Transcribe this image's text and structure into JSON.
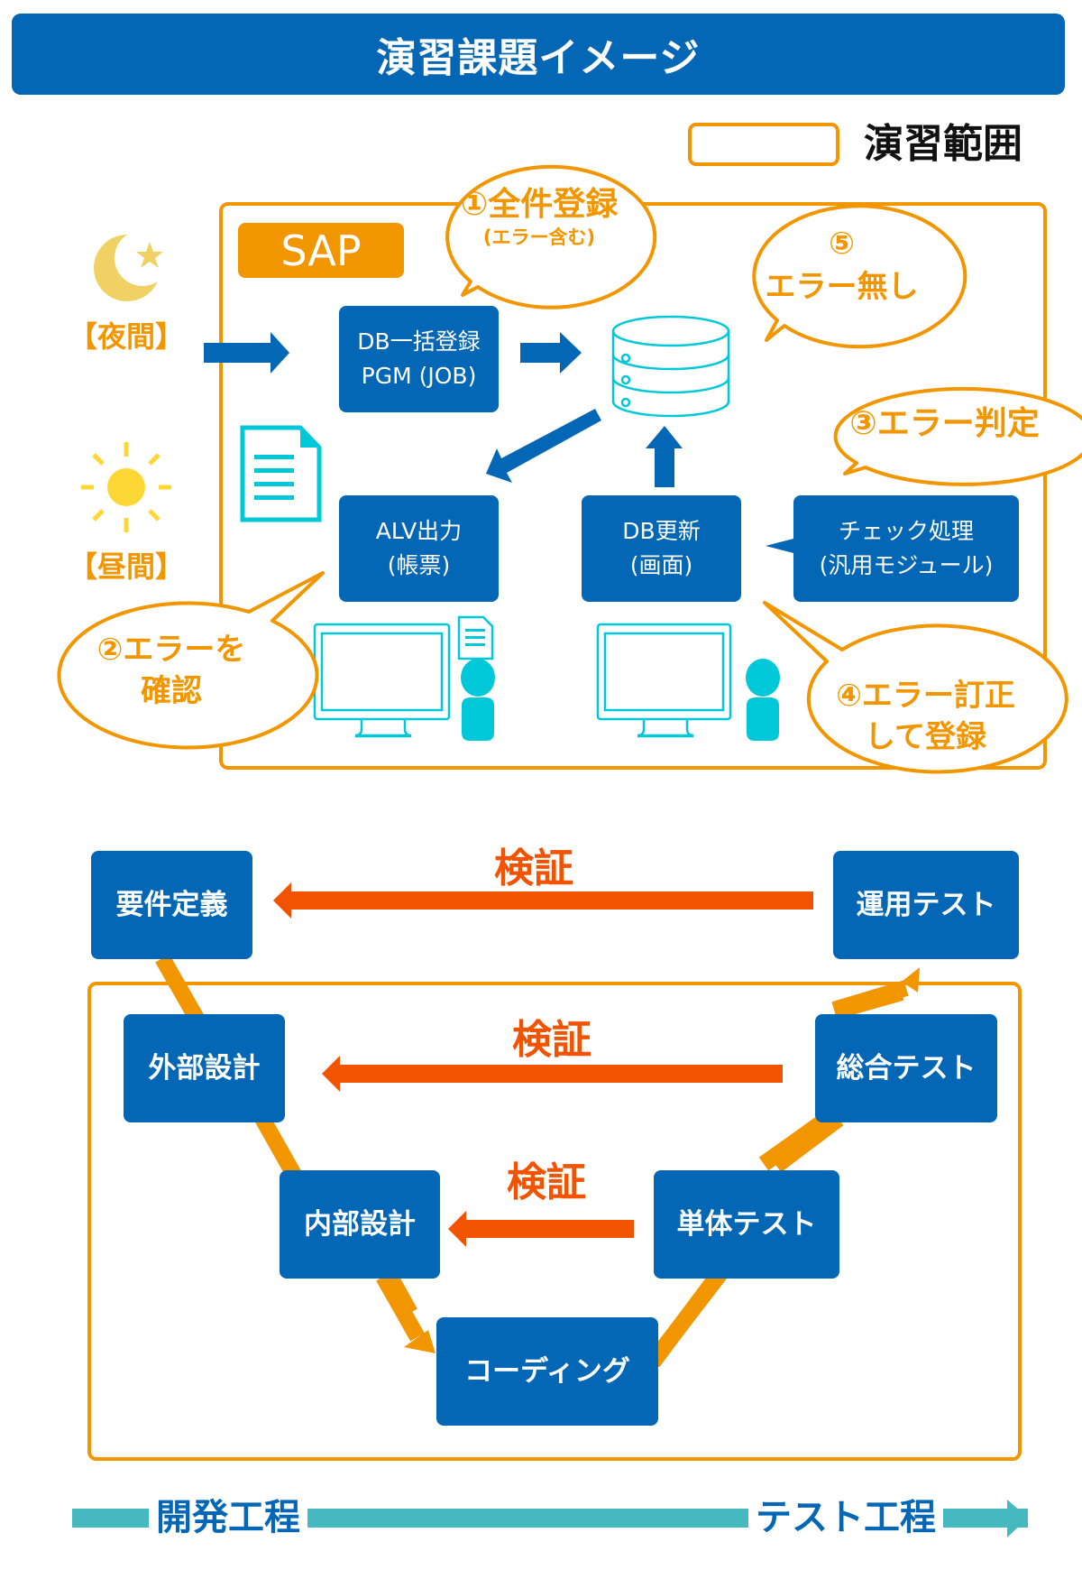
{
  "title": "演習課題イメージ",
  "legend": {
    "label": "演習範囲"
  },
  "colors": {
    "primary_blue": "#0367b5",
    "orange": "#f29600",
    "verify_orange": "#f25300",
    "cyan": "#00c8d8",
    "teal": "#45b8c0",
    "moon": "#f0d264",
    "sun": "#fdd835"
  },
  "system": {
    "sap_label": "SAP",
    "night_label": "【夜間】",
    "day_label": "【昼間】",
    "boxes": {
      "batch": {
        "line1": "DB一括登録",
        "line2": "PGM (JOB)"
      },
      "alv": {
        "line1": "ALV出力",
        "line2": "(帳票)"
      },
      "db_update": {
        "line1": "DB更新",
        "line2": "(画面)"
      },
      "check": {
        "line1": "チェック処理",
        "line2": "(汎用モジュール)"
      }
    },
    "bubbles": {
      "b1": {
        "line1": "①全件登録",
        "line2": "(エラー含む)"
      },
      "b2": {
        "line1": "②エラーを",
        "line2": "確認"
      },
      "b3": {
        "line1": "③エラー判定"
      },
      "b4": {
        "line1": "④エラー訂正",
        "line2": "して登録"
      },
      "b5": {
        "line1": "⑤",
        "line2": "エラー無し"
      }
    }
  },
  "vmodel": {
    "left": [
      "要件定義",
      "外部設計",
      "内部設計"
    ],
    "bottom": "コーディング",
    "right": [
      "運用テスト",
      "総合テスト",
      "単体テスト"
    ],
    "verify_labels": [
      "検証",
      "検証",
      "検証"
    ],
    "timeline": {
      "dev_label": "開発工程",
      "test_label": "テスト工程"
    }
  }
}
